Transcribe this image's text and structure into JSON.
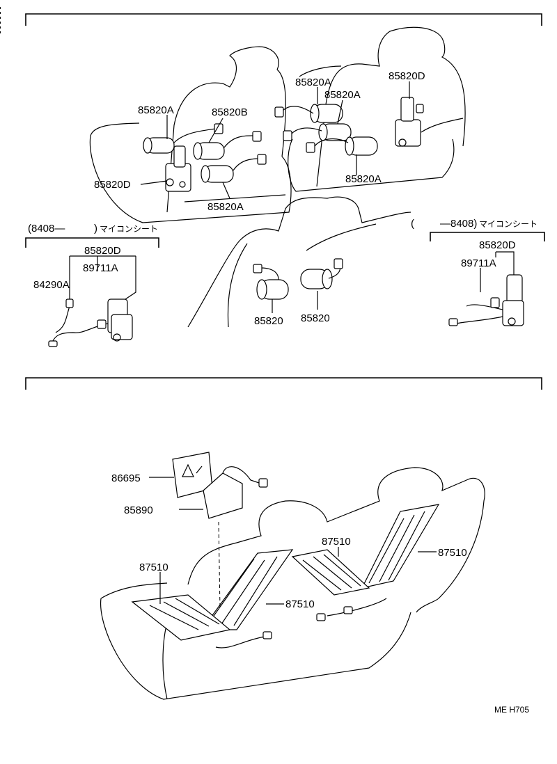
{
  "top_section": {
    "callouts": {
      "a1": "85820A",
      "b": "85820B",
      "d1": "85820D",
      "a2": "85820A",
      "a3": "85820A",
      "a4": "85820A",
      "a5": "85820A",
      "d2": "85820D",
      "m1": "85820",
      "m2": "85820"
    },
    "left_inset": {
      "range": "(8408—",
      "range_close": ")",
      "note": "マイコンシート",
      "p1": "85820D",
      "p2": "89711A",
      "p3": "84290A"
    },
    "right_inset": {
      "range_open": "(",
      "range": "—8408)",
      "note": "マイコンシート",
      "p1": "85820D",
      "p2": "89711A"
    }
  },
  "bottom_section": {
    "callouts": {
      "c1": "86695",
      "c2": "85890",
      "h1": "87510",
      "h2": "87510",
      "h3": "87510",
      "h4": "87510"
    }
  },
  "footer": {
    "code": "ME  H705"
  }
}
